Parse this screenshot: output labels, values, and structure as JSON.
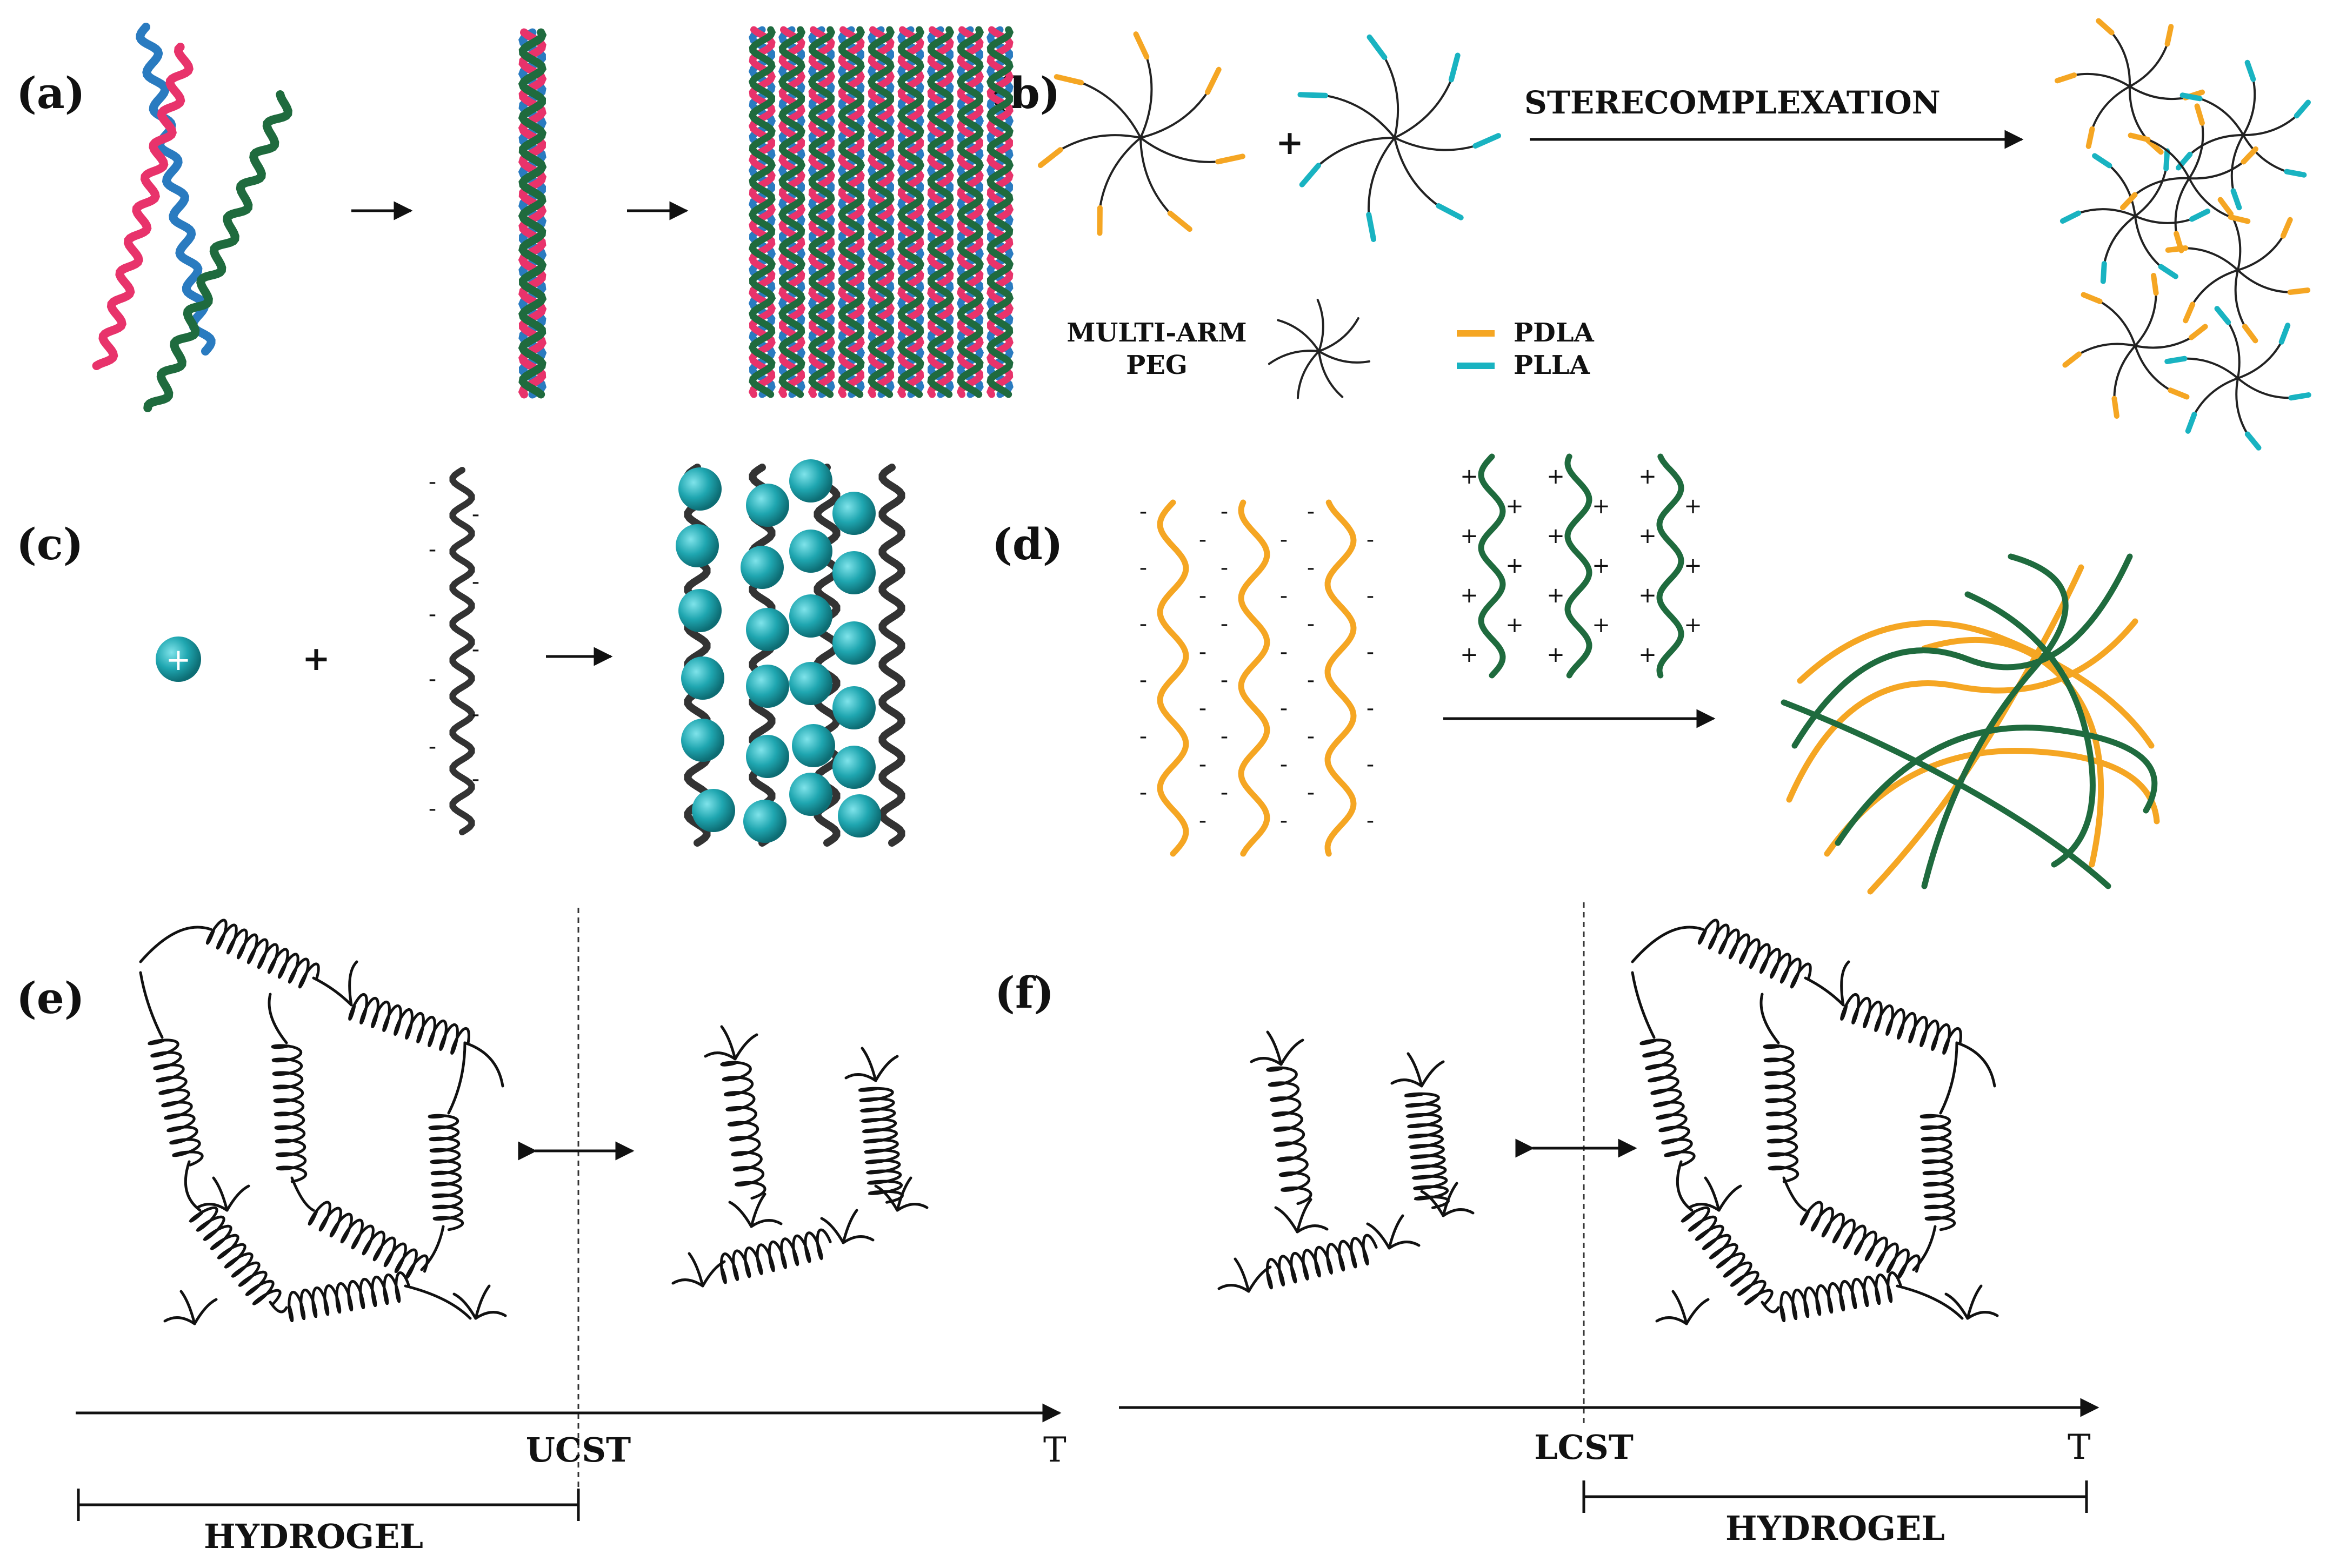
{
  "panels": {
    "a": {
      "label": "(a)"
    },
    "b": {
      "label": "(b)",
      "arrow_text": "STERECOMPLEXATION",
      "legend_title_1": "MULTI-ARM",
      "legend_title_2": "PEG",
      "legend_pdla": "PDLA",
      "legend_plla": "PLLA"
    },
    "c": {
      "label": "(c)",
      "cation": "+"
    },
    "d": {
      "label": "(d)"
    },
    "e": {
      "label": "(e)",
      "transition": "UCST",
      "axis": "T",
      "range": "HYDROGEL"
    },
    "f": {
      "label": "(f)",
      "transition": "LCST",
      "axis": "T",
      "range": "HYDROGEL"
    }
  },
  "symbols": {
    "plus": "+",
    "minus": "-"
  },
  "colors": {
    "pink": "#e8336b",
    "blue": "#2a7bc0",
    "green": "#1f6b3e",
    "orange": "#f5a623",
    "teal": "#19b3c1",
    "dark": "#222222",
    "sphere": "#1fa6b0"
  }
}
